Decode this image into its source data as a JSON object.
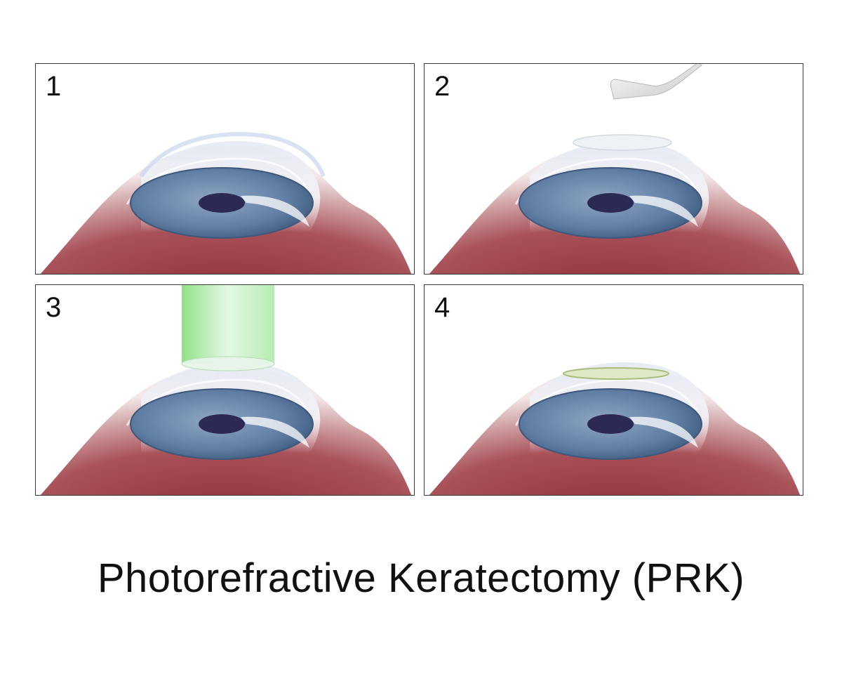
{
  "title": "Photorefractive Keratectomy (PRK)",
  "panels": [
    {
      "number": "1",
      "stage": "intact-cornea"
    },
    {
      "number": "2",
      "stage": "epithelium-removal",
      "tool": "spatula"
    },
    {
      "number": "3",
      "stage": "laser-ablation",
      "laser_color": "#8ee08a"
    },
    {
      "number": "4",
      "stage": "bandage-lens",
      "lens_color": "#b7c98a"
    }
  ],
  "colors": {
    "tissue": "#a8474f",
    "iris": "#5b79a0",
    "pupil": "#2c2a55",
    "cornea_highlight": "#e9eef6"
  },
  "icons": [
    "eye-icon",
    "spatula-icon",
    "laser-beam-icon",
    "contact-lens-icon"
  ]
}
